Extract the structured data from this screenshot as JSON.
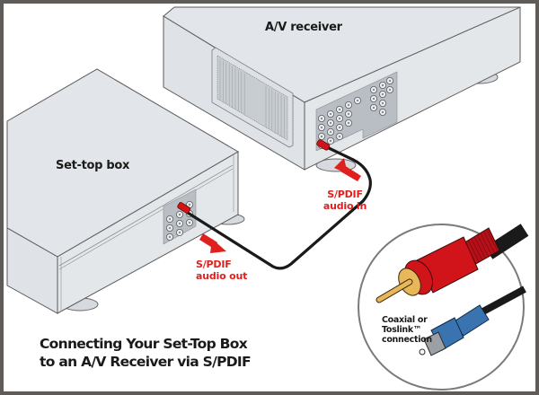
{
  "figure": {
    "title_line1": "Connecting Your Set-Top Box",
    "title_line2": "to an A/V Receiver via S/PDIF",
    "border_color": "#5f5b58"
  },
  "devices": {
    "receiver": {
      "label": "A/V receiver"
    },
    "settop": {
      "label": "Set-top box"
    }
  },
  "annotations": {
    "audio_in": {
      "line1": "S/PDIF",
      "line2": "audio in",
      "color": "#e0201e"
    },
    "audio_out": {
      "line1": "S/PDIF",
      "line2": "audio out",
      "color": "#e0201e"
    }
  },
  "callout": {
    "line1": "Coaxial or",
    "line2": "Toslink™",
    "line3": "connection",
    "coaxial_plug_color": "#d0141a",
    "coaxial_pin_color": "#e8b75a",
    "toslink_plug_color": "#3a74b0",
    "cable_color": "#1a1a1a"
  },
  "colors": {
    "device_body": "#e2e5e9",
    "device_side": "#d6dade",
    "outline": "#5a5a5a",
    "panel": "#b9bec4"
  }
}
